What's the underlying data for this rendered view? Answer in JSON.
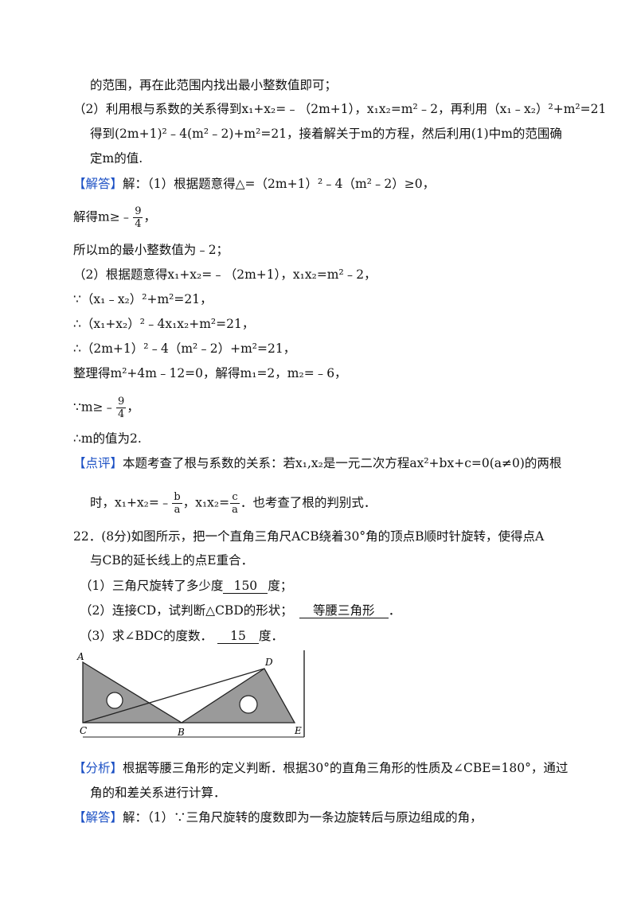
{
  "lines": {
    "l1": "的范围，再在此范围内找出最小整数值即可；",
    "l2": "（2）利用根与系数的关系得到x₁+x₂=﹣（2m+1），x₁x₂=m²﹣2，再利用（x₁﹣x₂）²+m²=21",
    "l3": "得到(2m+1)²﹣4(m²﹣2)+m²=21，接着解关于m的方程，然后利用(1)中m的范围确",
    "l4": "定m的值.",
    "l5_tag": "【解答】",
    "l5": "解：（1）根据题意得△=（2m+1）²﹣4（m²﹣2）≥0，",
    "l6_pre": "解得m≥﹣",
    "l6_num": "9",
    "l6_den": "4",
    "l6_post": "，",
    "l7": "所以m的最小整数值为﹣2；",
    "l8": "（2）根据题意得x₁+x₂=﹣（2m+1），x₁x₂=m²﹣2，",
    "l9": "∵（x₁﹣x₂）²+m²=21，",
    "l10": "∴（x₁+x₂）²﹣4x₁x₂+m²=21，",
    "l11": "∴（2m+1）²﹣4（m²﹣2）+m²=21，",
    "l12": "整理得m²+4m﹣12=0，解得m₁=2，m₂=﹣6，",
    "l13_pre": "∵m≥﹣",
    "l13_num": "9",
    "l13_den": "4",
    "l13_post": "，",
    "l14": "∴m的值为2.",
    "l15_tag": "【点评】",
    "l15": "本题考查了根与系数的关系：若x₁,x₂是一元二次方程ax²+bx+c=0(a≠0)的两根",
    "l16_a": "时，x₁+x₂=﹣",
    "l16_f1_num": "b",
    "l16_f1_den": "a",
    "l16_b": "，x₁x₂=",
    "l16_f2_num": "c",
    "l16_f2_den": "a",
    "l16_c": "．也考查了根的判别式．",
    "q22a": "22．(8分)如图所示，把一个直角三角尺ACB绕着30°角的顶点B顺时针旋转，使得点A",
    "q22b": "与CB的延长线上的点E重合．",
    "q1_pre": "（1）三角尺旋转了多少度",
    "q1_ans": "150",
    "q1_post": "度；",
    "q2_pre": "（2）连接CD，试判断△CBD的形状；",
    "q2_ans": "等腰三角形",
    "q2_post": "．",
    "q3_pre": "（3）求∠BDC的度数．",
    "q3_ans": "15",
    "q3_post": "度．",
    "a1_tag": "【分析】",
    "a1": "根据等腰三角形的定义判断．根据30°的直角三角形的性质及∠CBE=180°，通过",
    "a2": "角的和差关系进行计算．",
    "a3_tag": "【解答】",
    "a3": "解：（1）∵三角尺旋转的度数即为一条边旋转后与原边组成的角，"
  },
  "figure": {
    "label_A": "A",
    "label_C": "C",
    "label_B": "B",
    "label_D": "D",
    "label_E": "E",
    "fill_color": "#9a9a9a"
  },
  "colors": {
    "tag": "#1a4fc4"
  }
}
